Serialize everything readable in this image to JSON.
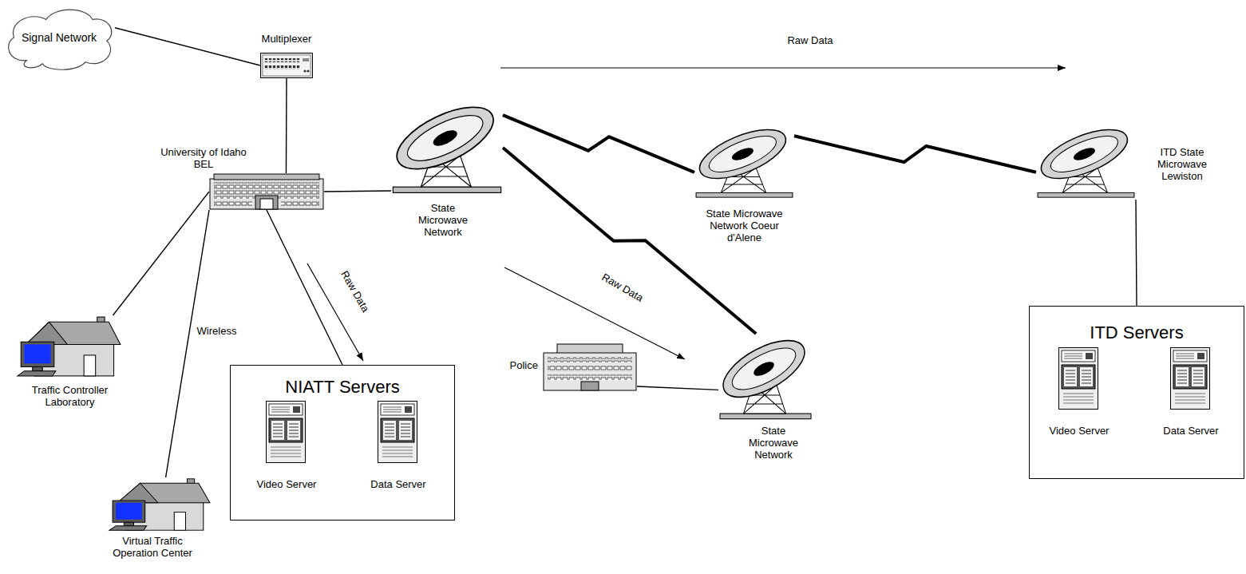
{
  "diagram": {
    "nodes": [
      {
        "text": [
          "Signal Network"
        ]
      },
      {
        "text": [
          "Multiplexer"
        ]
      },
      {
        "text": [
          "University of Idaho BEL"
        ]
      },
      {
        "text": [
          "State Microwave Network"
        ]
      },
      {
        "text": [
          "State Microwave Network Coeur d'Alene"
        ]
      },
      {
        "text": [
          "ITD State Microwave Lewiston"
        ]
      },
      {
        "text": [
          "Traffic Controller Laboratory"
        ]
      },
      {
        "text": [
          "NIATT Servers"
        ]
      },
      {
        "text": [
          "Video Server"
        ],
        "in": 7
      },
      {
        "text": [
          "Data Server"
        ],
        "in": 7
      },
      {
        "text": [
          "Police"
        ]
      },
      {
        "text": [
          "State Microwave Network"
        ]
      },
      {
        "text": [
          "ITD Servers"
        ]
      },
      {
        "text": [
          "Video Server"
        ],
        "in": 12
      },
      {
        "text": [
          "Data Server"
        ],
        "in": 12
      },
      {
        "text": [
          "Virtual Traffic Operation Center"
        ]
      }
    ],
    "edges": [
      {
        "from": 0,
        "to": 1,
        "arrow": "none"
      },
      {
        "from": 1,
        "to": 2,
        "arrow": "none"
      },
      {
        "from": 2,
        "to": 3,
        "arrow": "none"
      },
      {
        "from": 3,
        "to": 4,
        "arrow": "none"
      },
      {
        "from": 4,
        "to": 5,
        "arrow": "none"
      },
      {
        "from": 5,
        "to": 12,
        "arrow": "none"
      },
      {
        "from": 2,
        "to": 6,
        "arrow": "none"
      },
      {
        "from": 2,
        "to": 15,
        "label": "Wireless",
        "arrow": "none"
      },
      {
        "from": 2,
        "to": 7,
        "arrow": "none"
      },
      {
        "from": 3,
        "to": 11,
        "arrow": "none"
      },
      {
        "from": 10,
        "to": 11,
        "arrow": "none"
      }
    ],
    "labels": [
      "Raw Data",
      "Raw Data",
      "Raw Data"
    ]
  }
}
